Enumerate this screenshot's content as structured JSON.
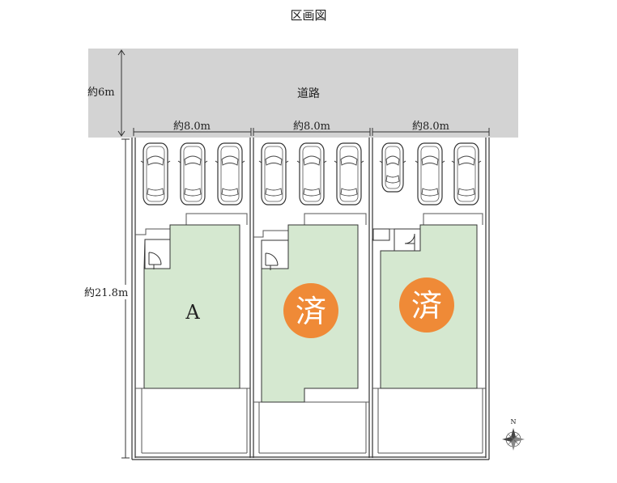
{
  "title": "区画図",
  "road": {
    "label": "道路",
    "width_label": "約6m"
  },
  "depth_label": "約21.8m",
  "lots": [
    {
      "frontage_label": "約8.0m",
      "label": "A",
      "status": ""
    },
    {
      "frontage_label": "約8.0m",
      "label": "",
      "status": "済"
    },
    {
      "frontage_label": "約8.0m",
      "label": "",
      "status": "済"
    }
  ],
  "compass": {
    "north": "N"
  },
  "colors": {
    "road": "#d3d3d3",
    "building": "#d5e8d0",
    "sold_badge": "#ef8a37",
    "lines": "#333333"
  },
  "icons": [
    "car-icon",
    "door-icon",
    "compass-icon"
  ]
}
